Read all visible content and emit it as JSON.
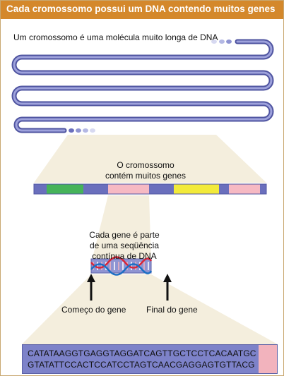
{
  "header": {
    "title": "Cada cromossomo possui um DNA contendo muitos genes"
  },
  "chromosome": {
    "caption": "Um cromossomo é uma molécula muito longa de DNA"
  },
  "genes_strip": {
    "caption_line1": "O cromossomo",
    "caption_line2": "contém muitos genes",
    "segment_colors": [
      "#6a6fbd",
      "#46b35a",
      "#6a6fbd",
      "#f6b9c3",
      "#6a6fbd",
      "#f2ea3a",
      "#6a6fbd",
      "#f6b9c3",
      "#6a6fbd"
    ]
  },
  "gene_detail": {
    "caption_line1": "Cada gene é parte",
    "caption_line2": "de uma seqüência",
    "caption_line3": "contínua de DNA",
    "start_label": "Começo do gene",
    "end_label": "Final do gene"
  },
  "sequence": {
    "line1": "CATATAAGGTGAGGTAGGATCAGTTGCTCCTCACAATGC",
    "line2": "GTATATTCCACTCCATCCTAGTCAACGAGGAGTGTTACG"
  },
  "colors": {
    "title_bg": "#d4882b",
    "dna_blue": "#7d82c9",
    "highlight_pink": "#f2b3bd",
    "zoom_beige": "#f4eedd"
  }
}
